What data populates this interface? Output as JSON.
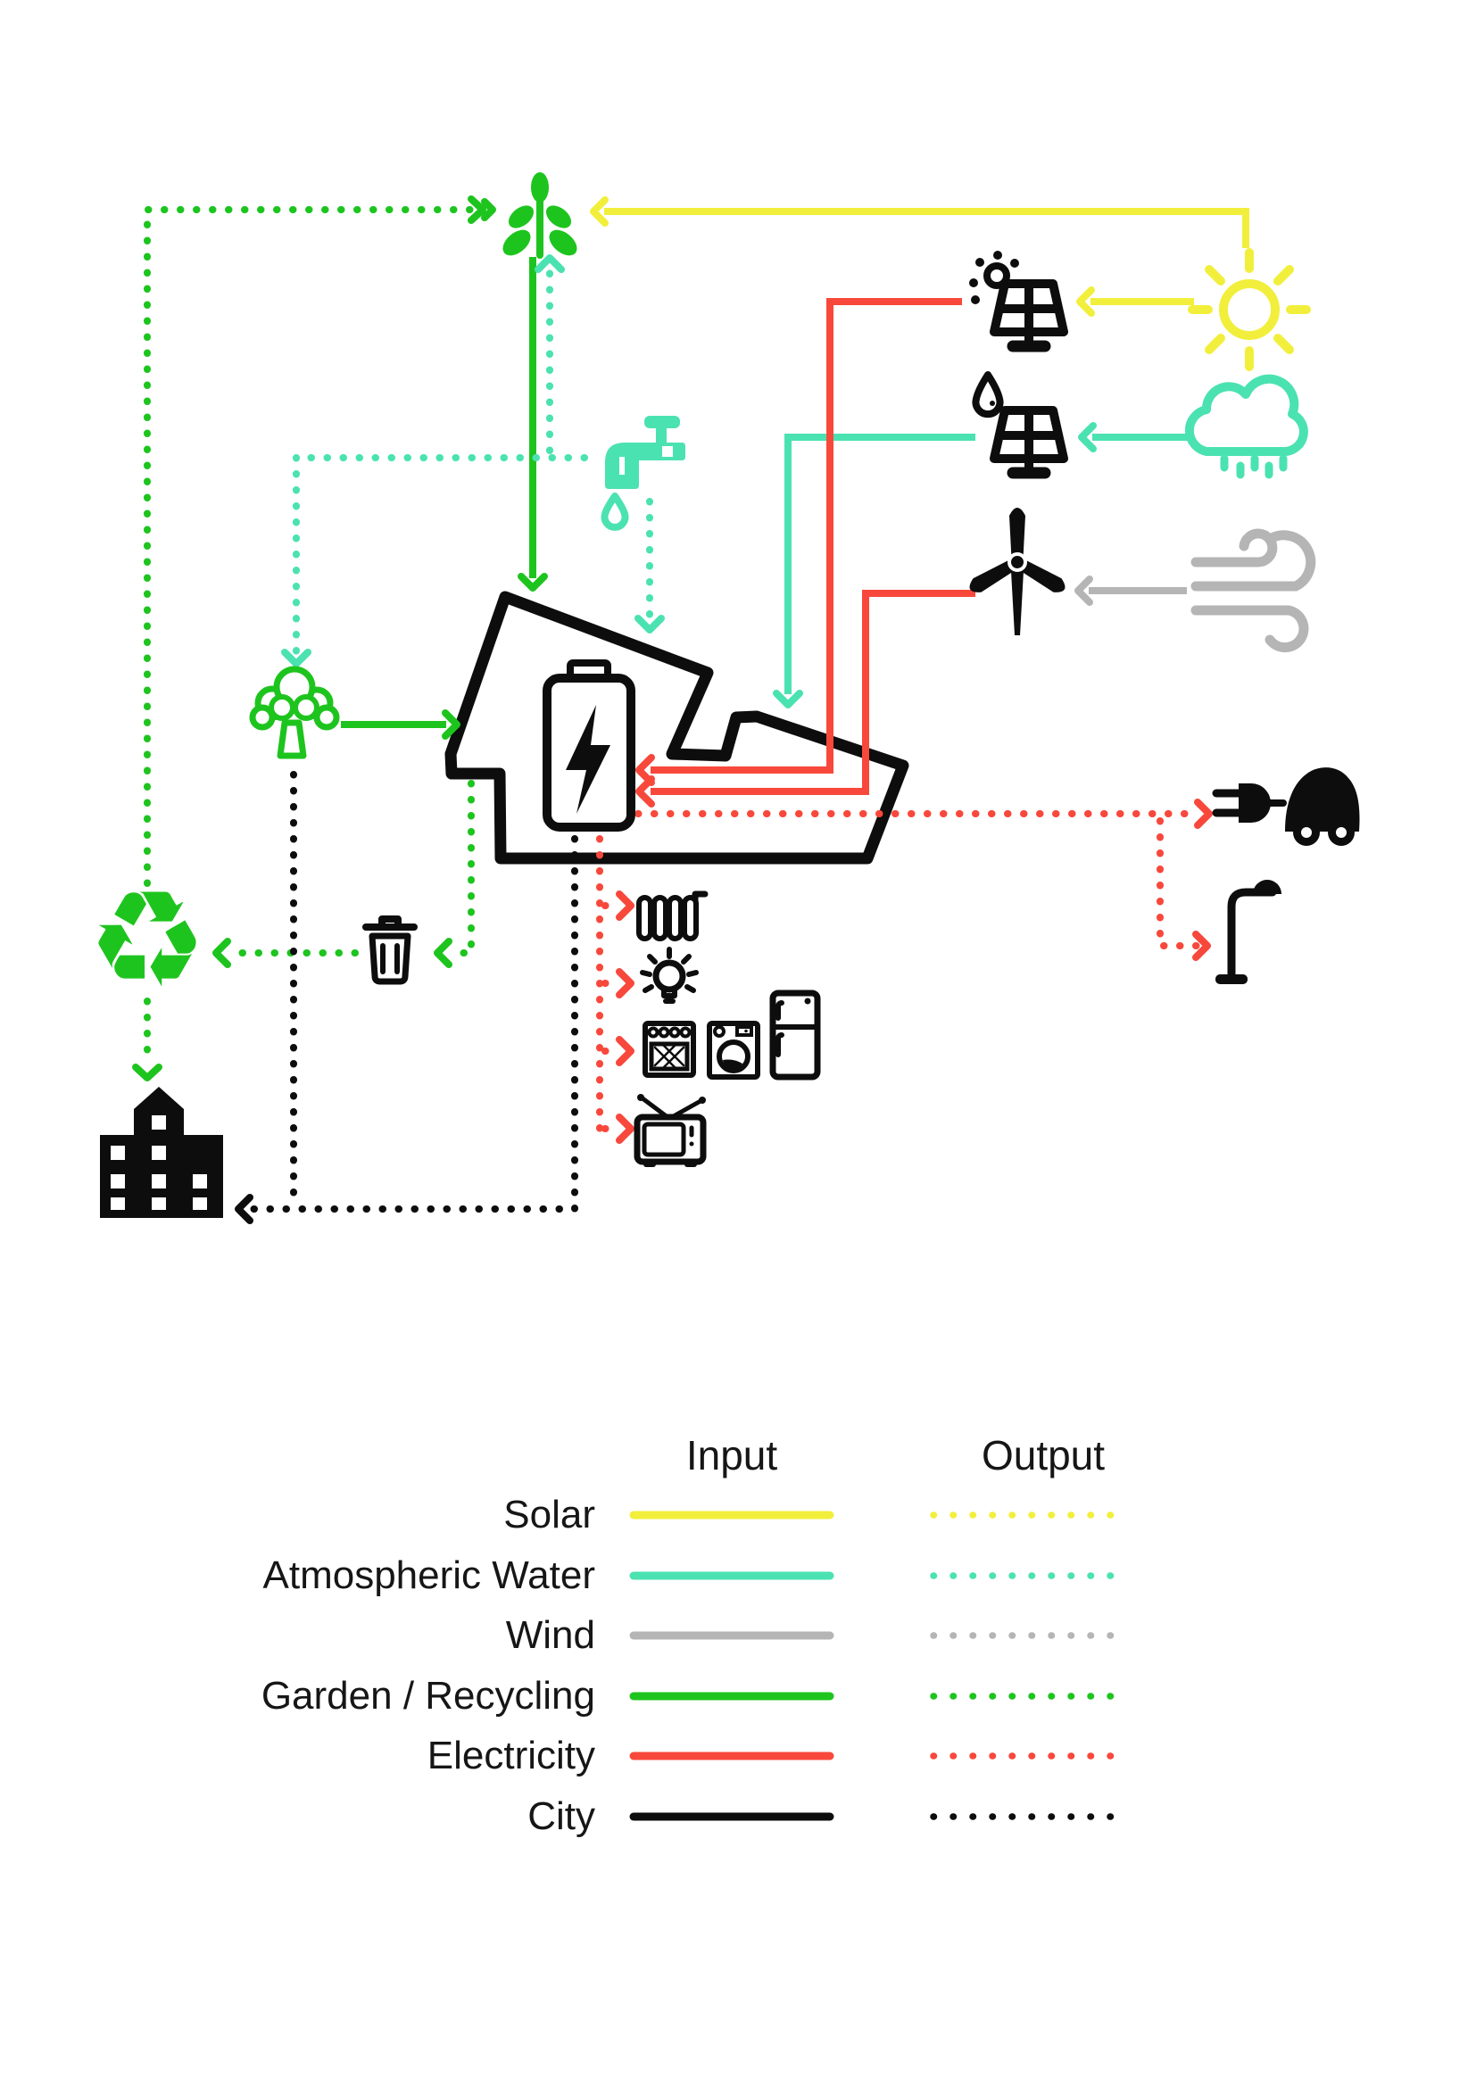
{
  "colors": {
    "solar": "#F2EF3C",
    "water": "#4BE2B1",
    "wind": "#B5B5B5",
    "garden": "#1EC41E",
    "electricity": "#F8483C",
    "city": "#0D0D0D",
    "background": "#FFFFFF"
  },
  "icons": {
    "recycle_glyph": "♻",
    "names": [
      "plant",
      "sun",
      "solar-panel-sun",
      "solar-panel-rain",
      "rain-cloud",
      "wind-turbine",
      "wind-gust",
      "water-tap",
      "house",
      "battery",
      "broccoli",
      "recycling",
      "trash-bin",
      "city-buildings",
      "radiator",
      "light-bulb",
      "oven",
      "washing-machine",
      "fridge",
      "tv",
      "electric-car-plug",
      "street-lamp"
    ]
  },
  "legend": {
    "input_header": "Input",
    "output_header": "Output",
    "rows": [
      {
        "label": "Solar",
        "key": "solar"
      },
      {
        "label": "Atmospheric Water",
        "key": "water"
      },
      {
        "label": "Wind",
        "key": "wind"
      },
      {
        "label": "Garden / Recycling",
        "key": "garden"
      },
      {
        "label": "Electricity",
        "key": "electricity"
      },
      {
        "label": "City",
        "key": "city"
      }
    ]
  }
}
